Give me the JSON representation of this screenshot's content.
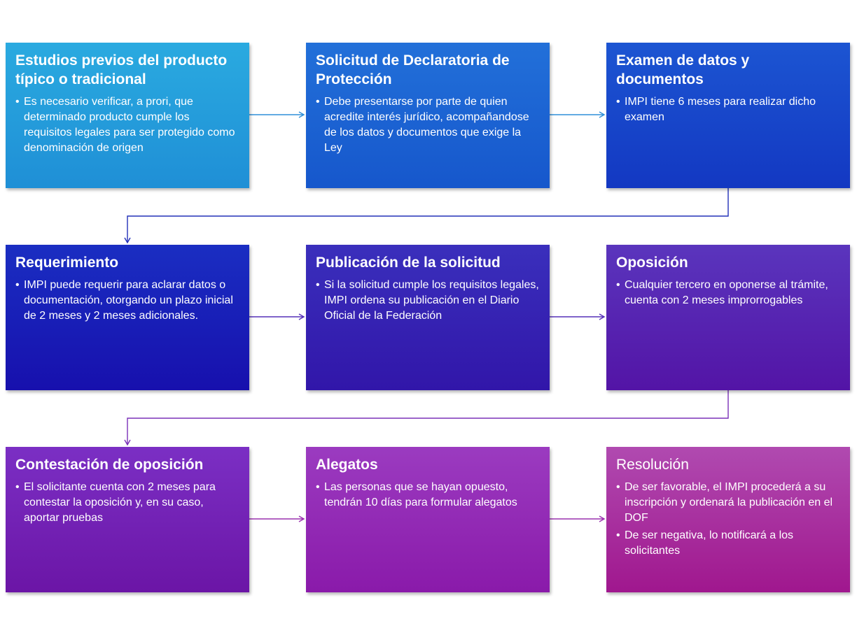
{
  "steps": [
    {
      "title": "Estudios previos del producto típico o tradicional",
      "bullets": [
        "Es necesario verificar, a prori, que determinado producto cumple los requisitos legales para ser protegido como denominación de origen"
      ],
      "colors": [
        "#2aaae0",
        "#1f8fd6"
      ]
    },
    {
      "title": "Solicitud de Declaratoria de Protección",
      "bullets": [
        "Debe presentarse por parte de quien acredite interés jurídico, acompañandose de los datos y documentos que exige la Ley"
      ],
      "colors": [
        "#2270d9",
        "#1657cc"
      ]
    },
    {
      "title": "Examen de datos y documentos",
      "bullets": [
        "IMPI tiene 6 meses para realizar dicho examen"
      ],
      "colors": [
        "#1c55d2",
        "#1338c2"
      ]
    },
    {
      "title": "Requerimiento",
      "bullets": [
        "IMPI puede requerir para aclarar datos o documentación, otorgando un plazo inicial de 2 meses y 2 meses adicionales."
      ],
      "colors": [
        "#1a2ec2",
        "#1710ad"
      ]
    },
    {
      "title": "Publicación de la solicitud",
      "bullets": [
        "Si la solicitud cumple los requisitos legales, IMPI ordena su publicación en el Diario Oficial de la Federación"
      ],
      "colors": [
        "#3a2fbc",
        "#3116a9"
      ]
    },
    {
      "title": "Oposición",
      "bullets": [
        "Cualquier tercero en oponerse al trámite, cuenta con 2 meses improrrogables"
      ],
      "colors": [
        "#5a35bd",
        "#5314a6"
      ]
    },
    {
      "title": "Contestación de oposición",
      "bullets": [
        "El solicitante cuenta con 2 meses para contestar la oposición y, en su caso, aportar pruebas"
      ],
      "colors": [
        "#7b2fc4",
        "#6b15a6"
      ]
    },
    {
      "title": "Alegatos",
      "bullets": [
        "Las personas que se hayan opuesto, tendrán 10 días para formular alegatos"
      ],
      "colors": [
        "#9b3bc0",
        "#8a1aaa"
      ]
    },
    {
      "title": "Resolución",
      "bullets": [
        "De ser favorable, el IMPI procederá a su inscripción y ordenará la publicación en el DOF",
        "De ser negativa, lo notificará a los solicitantes"
      ],
      "colors": [
        "#b04ab0",
        "#a0178e"
      ]
    }
  ],
  "connector_colors": {
    "row1": "#2f8fd8",
    "turn1": "#2230b8",
    "row2": "#5530b8",
    "turn2": "#7a30b8",
    "row3": "#9a30ae"
  }
}
